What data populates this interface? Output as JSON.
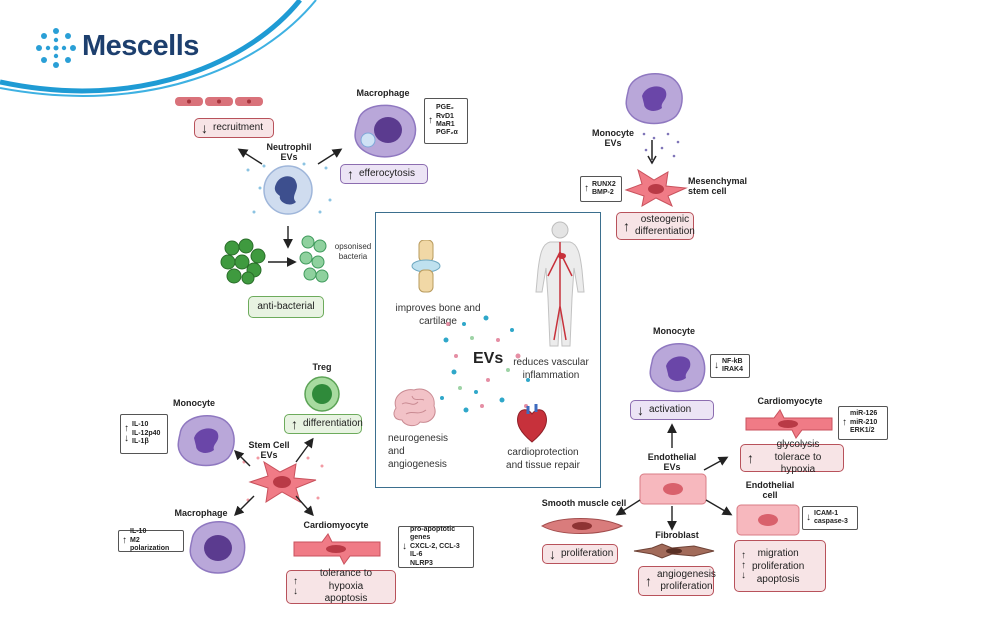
{
  "logo": {
    "text": "Mescells"
  },
  "neutrophil": {
    "cell_label": "Neutrophil\nEVs",
    "recruitment": "recruitment",
    "efferocytosis": "efferocytosis",
    "anti_bacterial": "anti-bacterial",
    "opsonised": "opsonised\nbacteria",
    "macrophage_label": "Macrophage",
    "markers": [
      "PGE₂",
      "RvD1",
      "MaR1",
      "PGF₂α"
    ]
  },
  "mesenchymal": {
    "monocyte_label": "Monocyte\nEVs",
    "msc_label": "Mesenchymal\nstem cell",
    "markers": [
      "RUNX2",
      "BMP-2"
    ],
    "osteogenic": "osteogenic\ndifferentiation"
  },
  "center": {
    "ev_title": "EVs",
    "bone": "improves bone and\ncartilage",
    "vascular": "reduces vascular\ninflammation",
    "neuro": "neurogenesis\nand\nangiogenesis",
    "cardio": "cardioprotection\nand tissue repair"
  },
  "stem": {
    "monocyte_label": "Monocyte",
    "monocyte_markers": [
      "IL-10",
      "IL-12p40",
      "IL-1β"
    ],
    "treg_label": "Treg",
    "treg_box": "differentiation",
    "stem_label": "Stem Cell\nEVs",
    "macrophage_label": "Macrophage",
    "macrophage_markers": [
      "IL-10",
      "M2 polarization"
    ],
    "cardio_label": "Cardiomyocyte",
    "cardio_markers": [
      "pro-apoptotic genes",
      "CXCL-2, CCL-3",
      "IL-6",
      "NLRP3"
    ],
    "cardio_box": "tolerance to hypoxia\napoptosis"
  },
  "endo": {
    "monocyte_label": "Monocyte",
    "monocyte_markers": [
      "NF-kB",
      "IRAK4"
    ],
    "activation": "activation",
    "cardio_label": "Cardiomyocyte",
    "cardio_markers": [
      "miR-126",
      "miR-210",
      "ERK1/2"
    ],
    "cardio_box": "glycolysis\ntolerace to hypoxia",
    "endo_label": "Endothelial\nEVs",
    "smooth_label": "Smooth muscle cell",
    "proliferation": "proliferation",
    "fibroblast_label": "Fibroblast",
    "fibro_box": "angiogenesis\nproliferation",
    "endocell_label": "Endothelial\ncell",
    "endocell_markers": [
      "ICAM-1",
      "caspase-3"
    ],
    "endocell_box": "migration\nproliferation\napoptosis"
  },
  "colors": {
    "brand": "#1d3f6e",
    "accent": "#2a9fd6",
    "pink_border": "#b8525b",
    "purple_border": "#8c6db0",
    "green_border": "#6dab5c",
    "panel_border": "#3b6f8e"
  }
}
